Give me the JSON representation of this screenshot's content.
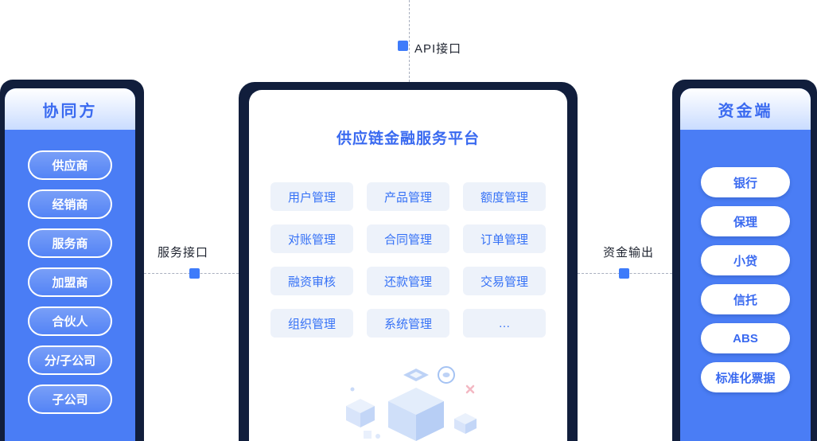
{
  "connectors": {
    "top": {
      "label": "API接口"
    },
    "left": {
      "label": "服务接口"
    },
    "right": {
      "label": "资金输出"
    }
  },
  "left_panel": {
    "title": "协同方",
    "items": [
      "供应商",
      "经销商",
      "服务商",
      "加盟商",
      "合伙人",
      "分/子公司",
      "子公司"
    ]
  },
  "center_panel": {
    "title": "供应链金融服务平台",
    "modules": [
      "用户管理",
      "产品管理",
      "额度管理",
      "对账管理",
      "合同管理",
      "订单管理",
      "融资审核",
      "还款管理",
      "交易管理",
      "组织管理",
      "系统管理",
      "…"
    ]
  },
  "right_panel": {
    "title": "资金端",
    "items": [
      "银行",
      "保理",
      "小贷",
      "信托",
      "ABS",
      "标准化票据"
    ]
  },
  "colors": {
    "accent_blue": "#3A6AF0",
    "panel_blue": "#4A7DF5",
    "frame_navy": "#111E3C",
    "module_bg": "#EDF2FA",
    "marker_blue": "#3E7BFA",
    "dash_gray": "#A9B0BF"
  },
  "illustration": "isometric-cubes"
}
